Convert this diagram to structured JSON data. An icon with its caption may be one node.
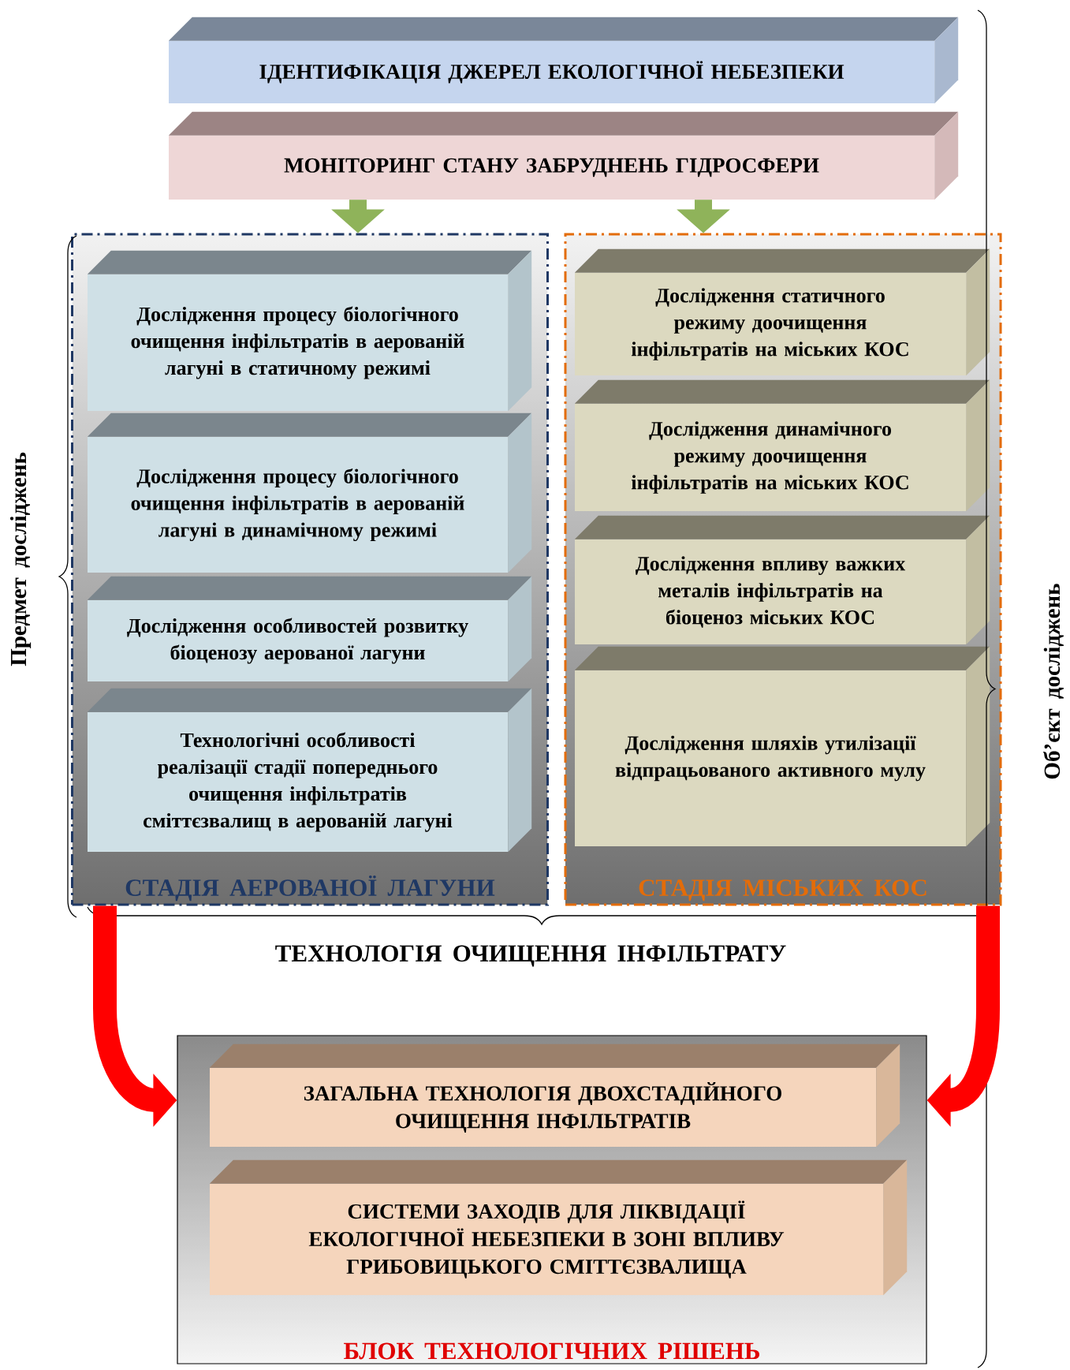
{
  "diagram": {
    "nodes": [
      {
        "text": [
          "ІДЕНТИФІКАЦІЯ ДЖЕРЕЛ ЕКОЛОГІЧНОЇ НЕБЕЗПЕКИ"
        ]
      },
      {
        "text": [
          "МОНІТОРИНГ СТАНУ ЗАБРУДНЕНЬ ГІДРОСФЕРИ"
        ]
      },
      {
        "text": [
          "СТАДІЯ АЕРОВАНОЇ ЛАГУНИ"
        ]
      },
      {
        "text": [
          "Дослідження процесу біологічного очищення інфільтратів в аерованій лагуні в статичному режимі"
        ],
        "in": 2
      },
      {
        "text": [
          "Дослідження процесу біологічного очищення інфільтратів в аерованій лагуні в динамічному режимі"
        ],
        "in": 2
      },
      {
        "text": [
          "Дослідження особливостей розвитку біоценозу аерованої лагуни"
        ],
        "in": 2
      },
      {
        "text": [
          "Технологічні особливості реалізації стадії попереднього очищення інфільтратів сміттєзвалищ в аерованій лагуні"
        ],
        "in": 2
      },
      {
        "text": [
          "СТАДІЯ МІСЬКИХ КОС"
        ]
      },
      {
        "text": [
          "Дослідження статичного режиму доочищення інфільтратів на міських КОС"
        ],
        "in": 7
      },
      {
        "text": [
          "Дослідження динамічного режиму доочищення інфільтратів на міських КОС"
        ],
        "in": 7
      },
      {
        "text": [
          "Дослідження впливу важких металів інфільтратів на біоценоз міських КОС"
        ],
        "in": 7
      },
      {
        "text": [
          "Дослідження шляхів утилізації відпрацьованого активного мулу"
        ],
        "in": 7
      },
      {
        "text": [
          "БЛОК ТЕХНОЛОГІЧНИХ РІШЕНЬ"
        ]
      },
      {
        "text": [
          "ЗАГАЛЬНА ТЕХНОЛОГІЯ ДВОХСТАДІЙНОГО ОЧИЩЕННЯ ІНФІЛЬТРАТІВ"
        ],
        "in": 12
      },
      {
        "text": [
          "СИСТЕМИ ЗАХОДІВ ДЛЯ ЛІКВІДАЦІЇ ЕКОЛОГІЧНОЇ НЕБЕЗПЕКИ В ЗОНІ ВПЛИВУ ГРИБОВИЦЬКОГО СМІТТЄЗВАЛИЩА"
        ],
        "in": 12
      }
    ],
    "edges": [
      {
        "from": 1,
        "to": 2,
        "arrow": "to",
        "color": "#8fb35a"
      },
      {
        "from": 1,
        "to": 7,
        "arrow": "to",
        "color": "#8fb35a"
      },
      {
        "from": 2,
        "to": 12,
        "arrow": "to",
        "color": "#ff0000"
      },
      {
        "from": 7,
        "to": 12,
        "arrow": "to",
        "color": "#ff0000"
      }
    ],
    "labels": [
      "ТЕХНОЛОГІЯ ОЧИЩЕННЯ ІНФІЛЬТРАТУ",
      "Предмет досліджень",
      "Об’єкт досліджень"
    ]
  }
}
